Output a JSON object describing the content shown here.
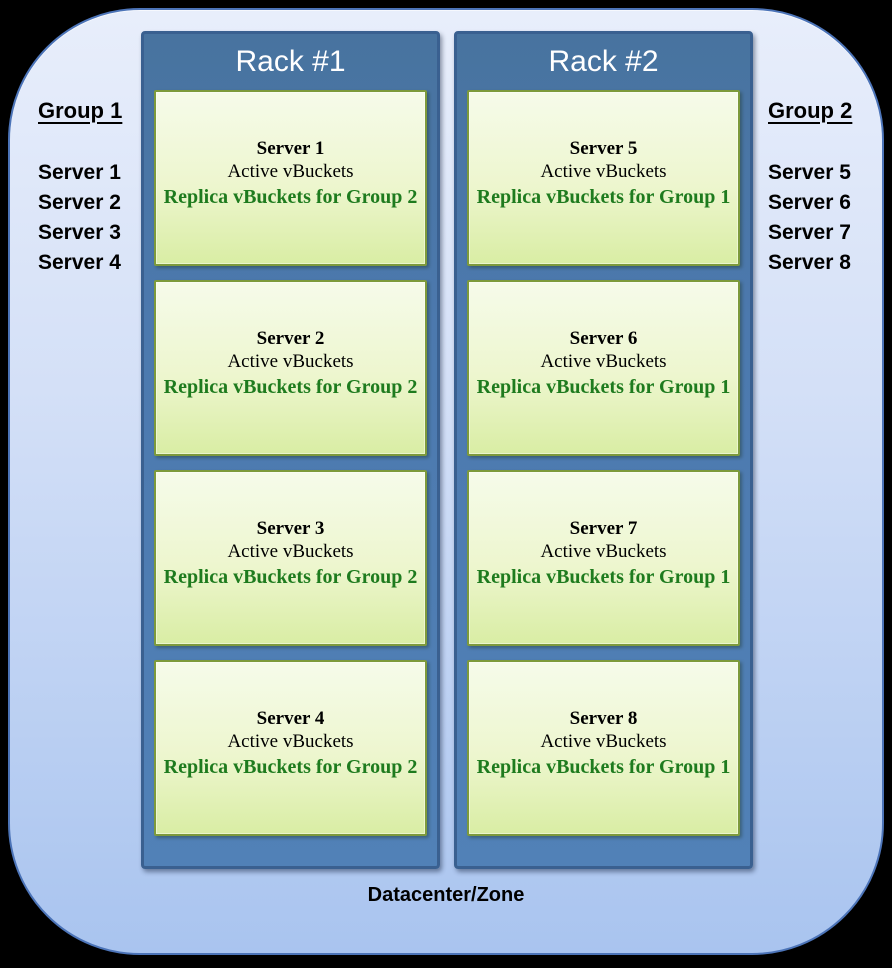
{
  "diagram": {
    "datacenter_label": "Datacenter/Zone",
    "left_group": {
      "title": "Group 1",
      "servers": [
        "Server 1",
        "Server 2",
        "Server 3",
        "Server 4"
      ]
    },
    "right_group": {
      "title": "Group 2",
      "servers": [
        "Server 5",
        "Server 6",
        "Server 7",
        "Server 8"
      ]
    },
    "racks": [
      {
        "title": "Rack #1",
        "servers": [
          {
            "name": "Server 1",
            "role": "Active vBuckets",
            "replica": "Replica vBuckets for Group 2"
          },
          {
            "name": "Server 2",
            "role": "Active vBuckets",
            "replica": "Replica vBuckets for Group 2"
          },
          {
            "name": "Server 3",
            "role": "Active vBuckets",
            "replica": "Replica vBuckets for Group 2"
          },
          {
            "name": "Server 4",
            "role": "Active vBuckets",
            "replica": "Replica vBuckets for Group 2"
          }
        ]
      },
      {
        "title": "Rack #2",
        "servers": [
          {
            "name": "Server 5",
            "role": "Active vBuckets",
            "replica": "Replica vBuckets for Group 1"
          },
          {
            "name": "Server 6",
            "role": "Active vBuckets",
            "replica": "Replica vBuckets for Group 1"
          },
          {
            "name": "Server 7",
            "role": "Active vBuckets",
            "replica": "Replica vBuckets for Group 1"
          },
          {
            "name": "Server 8",
            "role": "Active vBuckets",
            "replica": "Replica vBuckets for Group 1"
          }
        ]
      }
    ],
    "colors": {
      "canvas_background": "#000000",
      "zone_fill_top": "#E8EEFB",
      "zone_fill_bottom": "#A9C4EF",
      "zone_border": "#4C74B8",
      "rack_fill": "#4C79AE",
      "rack_border": "#3A6090",
      "rack_title_text": "#FFFFFF",
      "server_fill_top": "#F6FBEA",
      "server_fill_bottom": "#D9EDA4",
      "server_border": "#7D9A3C",
      "replica_text": "#1E7B1E",
      "label_text": "#000000"
    }
  }
}
